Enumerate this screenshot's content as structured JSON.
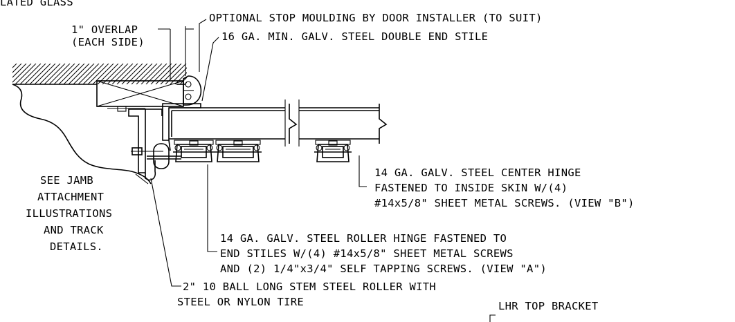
{
  "labels": {
    "glass": "LATED GLASS",
    "overlap_1": "1\" OVERLAP",
    "overlap_2": "(EACH SIDE)",
    "stop_moulding": "OPTIONAL STOP MOULDING BY DOOR INSTALLER (TO SUIT)",
    "double_end_stile": "16 GA. MIN. GALV. STEEL DOUBLE END STILE",
    "see_jamb": [
      "SEE JAMB",
      "ATTACHMENT",
      "ILLUSTRATIONS",
      "AND TRACK",
      "DETAILS."
    ],
    "center_hinge": [
      "14 GA. GALV. STEEL CENTER HINGE",
      "FASTENED TO INSIDE SKIN W/(4)",
      "#14x5/8\" SHEET METAL SCREWS. (VIEW \"B\")"
    ],
    "roller_hinge": [
      "14 GA. GALV. STEEL ROLLER HINGE FASTENED TO",
      "END STILES W/(4) #14x5/8\" SHEET METAL SCREWS",
      "AND (2) 1/4\"x3/4\" SELF TAPPING SCREWS. (VIEW \"A\")"
    ],
    "roller": [
      "2\" 10 BALL LONG STEM STEEL ROLLER WITH",
      "STEEL OR NYLON TIRE"
    ],
    "top_bracket": "LHR TOP BRACKET"
  }
}
